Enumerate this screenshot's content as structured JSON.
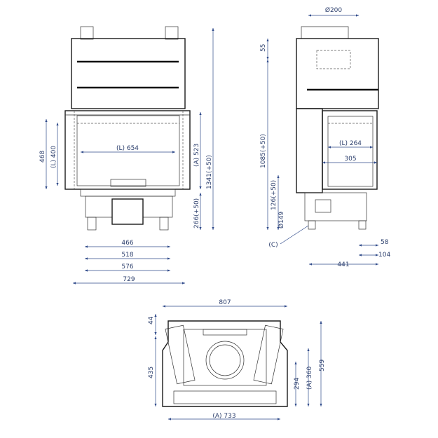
{
  "front_view": {
    "width_729": "729",
    "width_576": "576",
    "width_518": "518",
    "width_466": "466",
    "glass_width": "(L) 654",
    "height_total": "1341(+50)",
    "height_a523": "(A) 523",
    "height_266": "266(+50)",
    "height_468": "468",
    "height_l400": "(L) 400"
  },
  "side_view": {
    "flue_diameter": "Ø200",
    "top_55": "55",
    "height_1085": "1085(+50)",
    "height_126": "126(+50)",
    "diameter_149": "Ø149",
    "callout_c": "(C)",
    "glass_depth": "(L) 264",
    "depth_305": "305",
    "depth_58": "58",
    "depth_104": "104",
    "depth_441": "441"
  },
  "plan_view": {
    "width_807": "807",
    "width_a733": "(A) 733",
    "depth_44": "44",
    "depth_435": "435",
    "depth_294": "294",
    "depth_a360": "(A) 360",
    "depth_559": "559"
  }
}
